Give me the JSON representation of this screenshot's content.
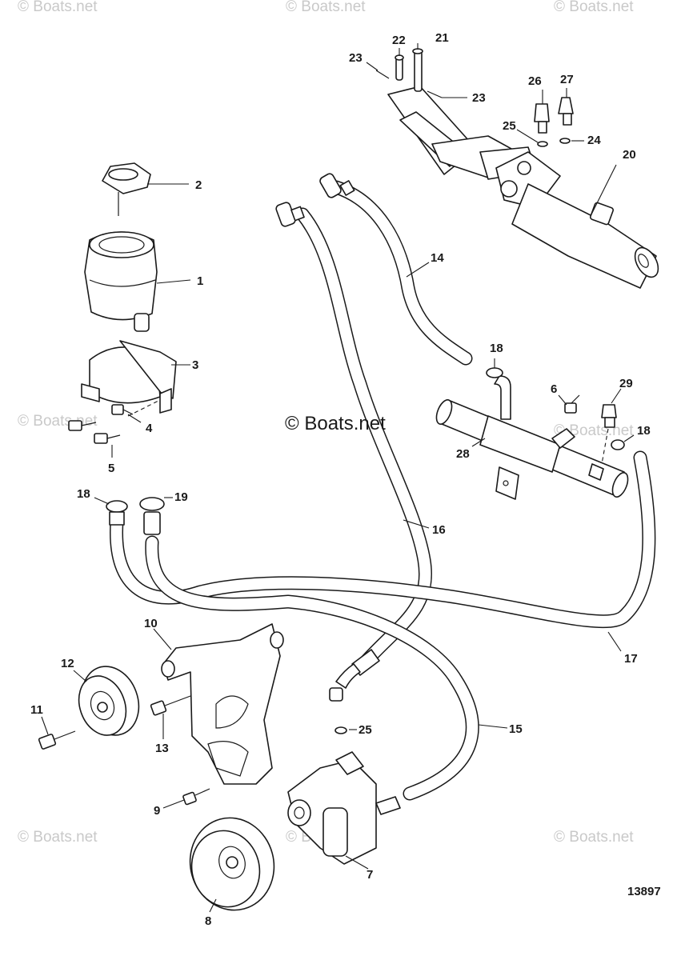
{
  "watermarks": [
    "© Boats.net",
    "© Boats.net",
    "© Boats.net",
    "© Boats.net",
    "© Boats.net",
    "© Boats.net",
    "© Boats.net",
    "© Boats.net",
    "© Boats.net"
  ],
  "center_watermark": "© Boats.net",
  "figure_number": "13897",
  "callouts": {
    "c1": "1",
    "c2": "2",
    "c3": "3",
    "c4": "4",
    "c5": "5",
    "c6": "6",
    "c7": "7",
    "c8": "8",
    "c9": "9",
    "c10": "10",
    "c11": "11",
    "c12": "12",
    "c13": "13",
    "c14": "14",
    "c15": "15",
    "c16": "16",
    "c17": "17",
    "c18a": "18",
    "c18b": "18",
    "c18c": "18",
    "c19": "19",
    "c20": "20",
    "c21": "21",
    "c22": "22",
    "c23a": "23",
    "c23b": "23",
    "c24": "24",
    "c25a": "25",
    "c25b": "25",
    "c26": "26",
    "c27": "27",
    "c28": "28",
    "c29": "29"
  },
  "colors": {
    "line": "#1a1a1a",
    "watermark": "#c9c9c9",
    "background": "#ffffff"
  }
}
